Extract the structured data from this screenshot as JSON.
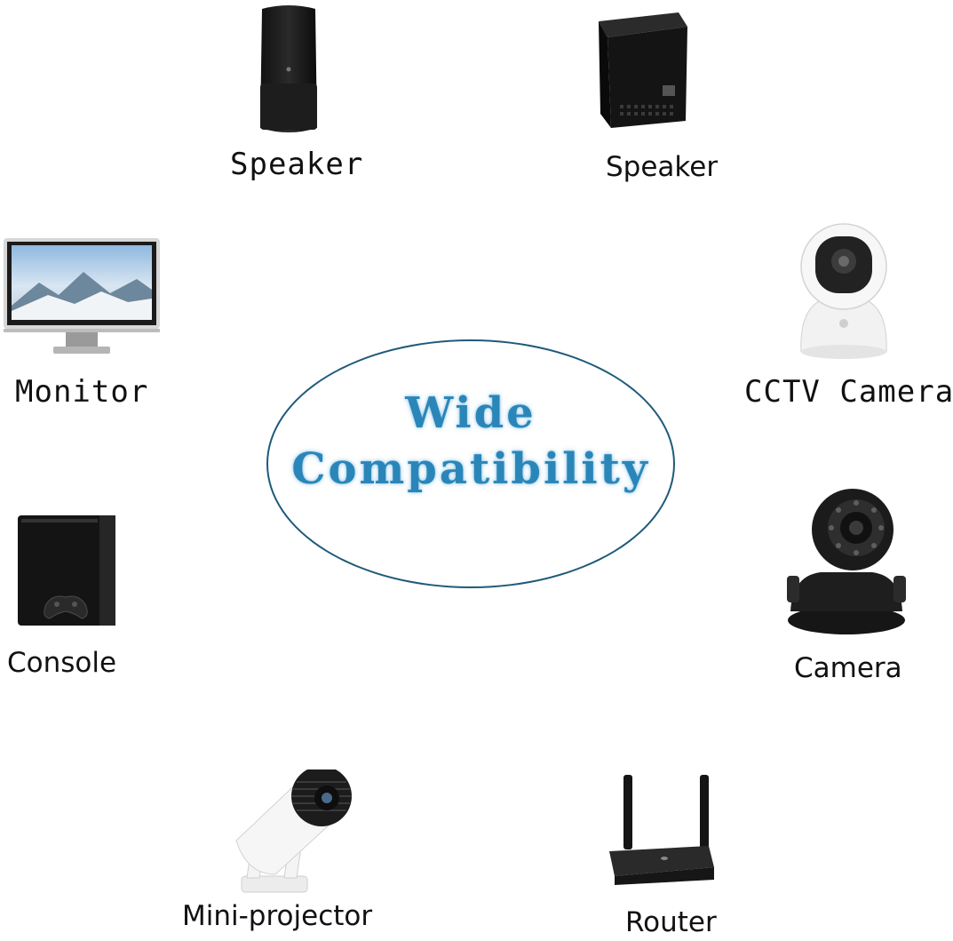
{
  "center": {
    "line1": "Wide",
    "line2": "Compatibility"
  },
  "devices": {
    "speaker_tall": {
      "label": "Speaker",
      "icon": "tall-speaker-icon"
    },
    "speaker_cube": {
      "label": "Speaker",
      "icon": "cube-speaker-icon"
    },
    "monitor": {
      "label": "Monitor",
      "icon": "monitor-icon"
    },
    "cctv_camera": {
      "label": "CCTV Camera",
      "icon": "cctv-camera-icon"
    },
    "console": {
      "label": "Console",
      "icon": "console-icon"
    },
    "camera": {
      "label": "Camera",
      "icon": "camera-icon"
    },
    "projector": {
      "label": "Mini-projector",
      "icon": "projector-icon"
    },
    "router": {
      "label": "Router",
      "icon": "router-icon"
    }
  },
  "colors": {
    "accent_text": "#2a86b8",
    "ellipse_border": "#1f5a7a"
  }
}
